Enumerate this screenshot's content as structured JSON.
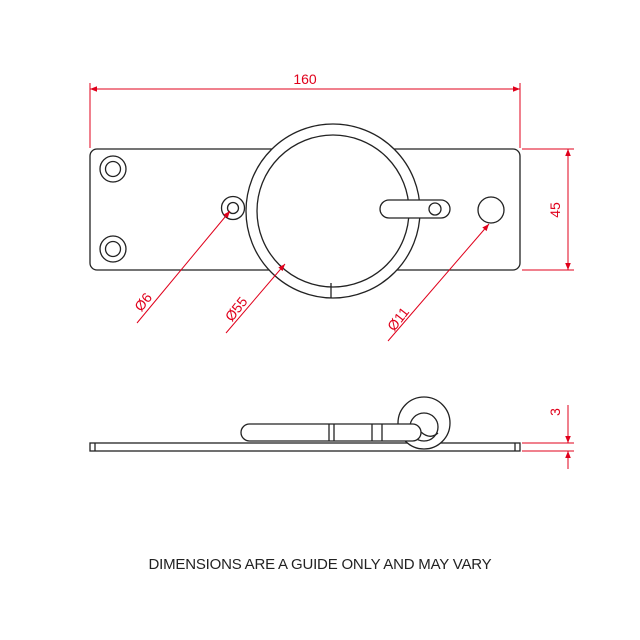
{
  "drawing": {
    "dimensions": {
      "overall_length": "160",
      "plate_height": "45",
      "thickness": "3",
      "small_hole": "Ø6",
      "ring": "Ø55",
      "large_hole": "Ø11"
    },
    "note": "DIMENSIONS ARE A GUIDE ONLY AND MAY VARY"
  },
  "colors": {
    "dimension": "#e0001b",
    "outline": "#222222",
    "part_fill": "#ffffff"
  }
}
